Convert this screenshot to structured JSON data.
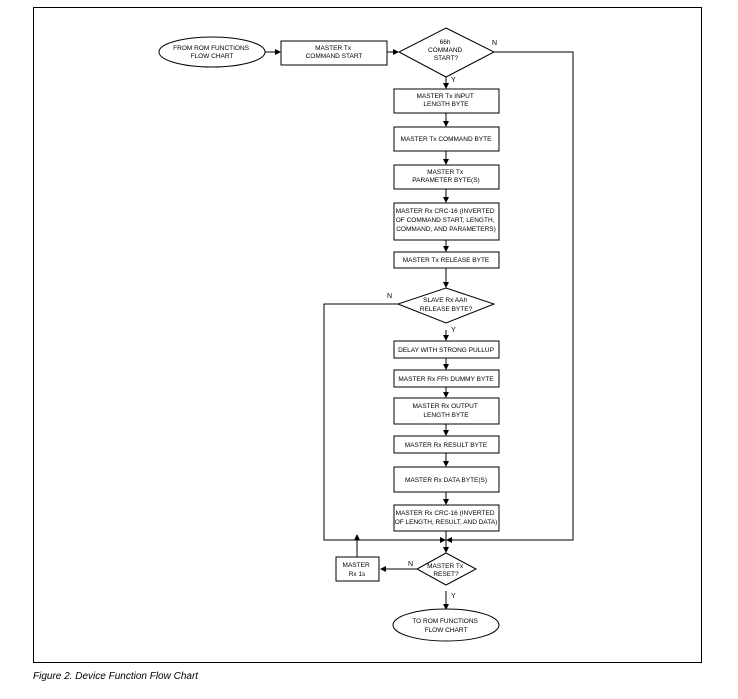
{
  "diagram": {
    "nodes": [
      {
        "id": "start",
        "lines": [
          "FROM ROM FUNCTIONS",
          "FLOW CHART"
        ]
      },
      {
        "id": "tx-cmd-start",
        "lines": [
          "MASTER Tx",
          "COMMAND START"
        ]
      },
      {
        "id": "dec-66h",
        "lines": [
          "66h",
          "COMMAND",
          "START?"
        ]
      },
      {
        "id": "tx-input-length",
        "lines": [
          "MASTER Tx INPUT",
          "LENGTH BYTE"
        ]
      },
      {
        "id": "tx-command-byte",
        "lines": [
          "MASTER Tx COMMAND BYTE"
        ]
      },
      {
        "id": "tx-parameter",
        "lines": [
          "MASTER Tx",
          "PARAMETER  BYTE(S)"
        ]
      },
      {
        "id": "rx-crc16-a",
        "lines": [
          "MASTER Rx CRC-16 (INVERTED",
          "OF COMMAND START, LENGTH,",
          "COMMAND, AND PARAMETERS)"
        ]
      },
      {
        "id": "tx-release",
        "lines": [
          "MASTER Tx RELEASE BYTE"
        ]
      },
      {
        "id": "dec-slave-release",
        "lines": [
          "SLAVE Rx AAh",
          "RELEASE BYTE?"
        ]
      },
      {
        "id": "delay-pullup",
        "lines": [
          "DELAY WITH STRONG PULLUP"
        ]
      },
      {
        "id": "rx-ffh-dummy",
        "lines": [
          "MASTER Rx FFh DUMMY BYTE"
        ]
      },
      {
        "id": "rx-output-length",
        "lines": [
          "MASTER Rx OUTPUT",
          "LENGTH BYTE"
        ]
      },
      {
        "id": "rx-result",
        "lines": [
          "MASTER Rx RESULT BYTE"
        ]
      },
      {
        "id": "rx-data",
        "lines": [
          "MASTER Rx DATA BYTE(S)"
        ]
      },
      {
        "id": "rx-crc16-b",
        "lines": [
          "MASTER Rx CRC-16 (INVERTED",
          "OF LENGTH, RESULT, AND DATA)"
        ]
      },
      {
        "id": "dec-reset",
        "lines": [
          "MASTER Tx",
          "RESET?"
        ]
      },
      {
        "id": "rx-1s",
        "lines": [
          "MASTER",
          "Rx 1s"
        ]
      },
      {
        "id": "end",
        "lines": [
          "TO ROM FUNCTIONS",
          "FLOW CHART"
        ]
      }
    ],
    "edge_labels": {
      "dec66_no": "N",
      "dec66_yes": "Y",
      "slave_no": "N",
      "slave_yes": "Y",
      "reset_no": "N",
      "reset_yes": "Y"
    }
  },
  "caption": "Figure 2. Device Function Flow Chart"
}
